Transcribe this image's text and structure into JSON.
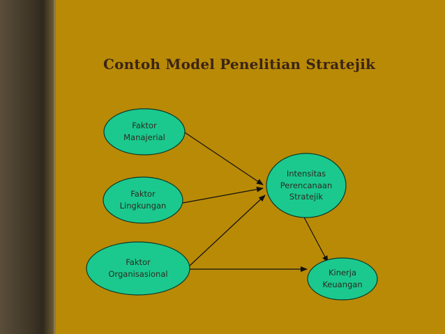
{
  "title": "Contoh Model Penelitian Stratejik",
  "colors": {
    "background": "#b98a06",
    "node_fill": "#1bc98e",
    "node_stroke": "#0a3a2a",
    "edge": "#111111",
    "title": "#3a2416"
  },
  "nodes": [
    {
      "id": "manajerial",
      "label": "Faktor\nManajerial"
    },
    {
      "id": "lingkungan",
      "label": "Faktor\nLingkungan"
    },
    {
      "id": "organisasional",
      "label": "Faktor\nOrganisasional"
    },
    {
      "id": "intensitas",
      "label": "Intensitas\nPerencanaan\nStratejik"
    },
    {
      "id": "kinerja",
      "label": "Kinerja\nKeuangan"
    }
  ],
  "edges": [
    {
      "from": "manajerial",
      "to": "intensitas"
    },
    {
      "from": "lingkungan",
      "to": "intensitas"
    },
    {
      "from": "organisasional",
      "to": "intensitas"
    },
    {
      "from": "organisasional",
      "to": "kinerja"
    },
    {
      "from": "intensitas",
      "to": "kinerja"
    }
  ]
}
